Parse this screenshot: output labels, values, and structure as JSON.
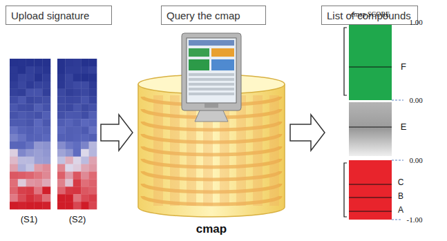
{
  "diagram": {
    "nodes": [
      {
        "text": [
          "Upload signature"
        ]
      },
      {
        "text": [
          "Query the cmap"
        ]
      },
      {
        "text": [
          "List of compounds"
        ]
      }
    ],
    "labels": [
      "(S1)",
      "(S2)",
      "cmap",
      "cmap SCORE",
      "1.00",
      "0.00",
      "0.00",
      "-1.00",
      "F",
      "E",
      "C",
      "B",
      "A"
    ]
  }
}
